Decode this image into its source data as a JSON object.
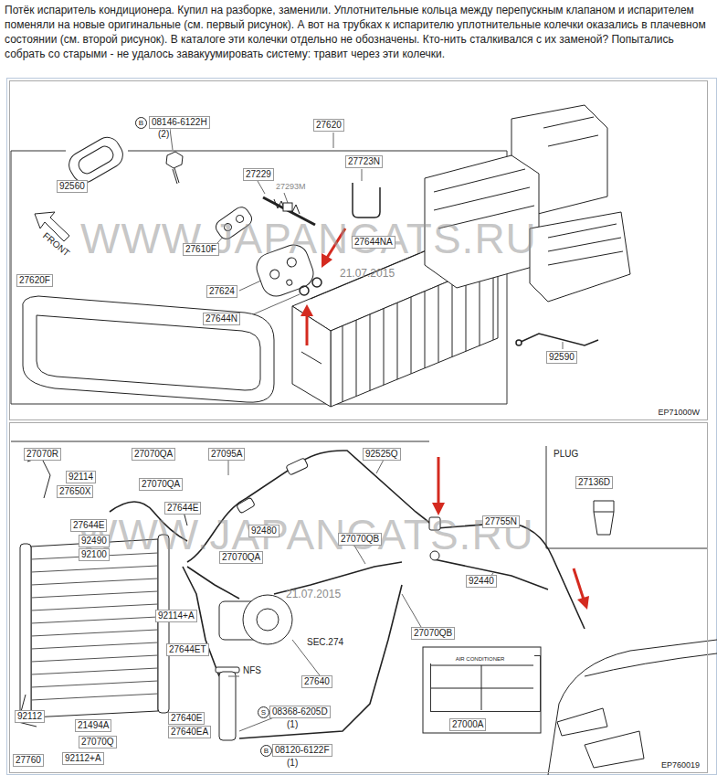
{
  "diagram": {
    "nodes": [
      {
        "text": [
          "EP71000W"
        ]
      },
      {
        "text": [
          "EP760019"
        ]
      },
      {
        "text": [
          "AIR CONDITIONER"
        ],
        "in": 1
      }
    ],
    "labels": [
      "Потёк испаритель кондиционера. Купил на разборке, заменили. Уплотнительные кольца между перепускным клапаном и испарителем поменяли на новые оригинальные (см. первый рисунок). А вот на трубках к испарителю уплотнительные колечки оказались в плачевном состоянии (см. второй рисунок). В каталоге эти колечки отдельно не обозначены. Кто-нить сталкивался с их заменой? Попытались собрать со старыми - не удалось завакуумировать систему: травит через эти колечки.",
      "WWW.JAPANCATS.RU",
      "21.07.2015",
      "27620",
      "B",
      "08146-6122H",
      "(2)",
      "92560",
      "27229",
      "27293M",
      "27723N",
      "FRONT",
      "27610F",
      "27644NA",
      "27624",
      "27644N",
      "27620F",
      "92590",
      "WWW.JAPANCATS.RU",
      "21.07.2015",
      "27070R",
      "27070QA",
      "27095A",
      "92525Q",
      "PLUG",
      "27136D",
      "92114",
      "27650X",
      "27070QA",
      "27644E",
      "27644E",
      "92490",
      "92100",
      "92480",
      "27755N",
      "27070QB",
      "27070QA",
      "92440",
      "92114+A",
      "SEC.274",
      "27070QB",
      "27644ET",
      "NFS",
      "27640",
      "27640E",
      "27640EA",
      "92112",
      "21494A",
      "27070Q",
      "92112+A",
      "27760",
      "S",
      "08368-6205D",
      "(1)",
      "B",
      "08120-6122F",
      "(1)",
      "27000A"
    ]
  }
}
